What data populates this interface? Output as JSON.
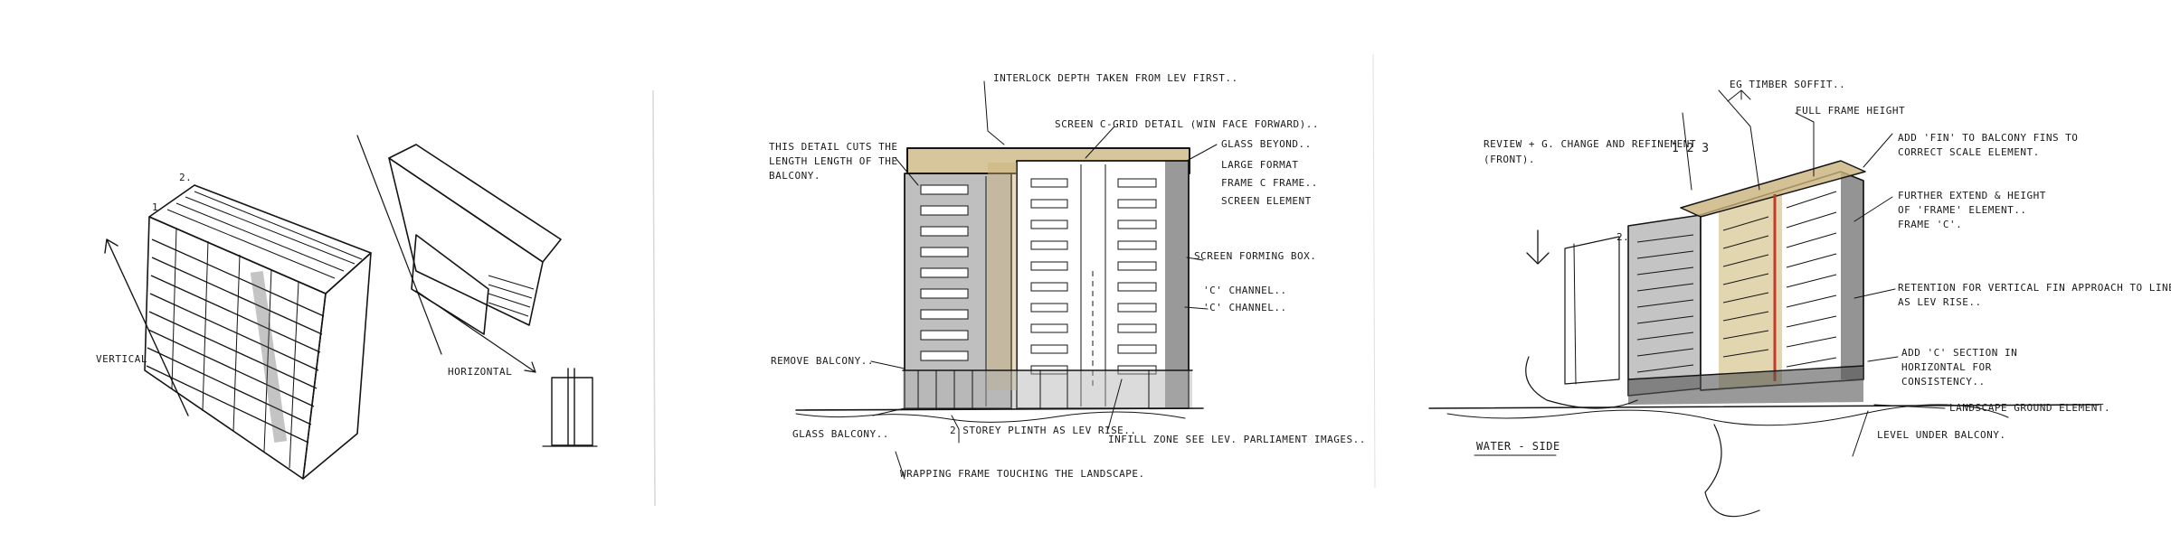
{
  "sketch1": {
    "labels": {
      "num_1": "1",
      "num_2": "2.",
      "vertical": "VERTICAL",
      "horizontal": "HORIZONTAL"
    }
  },
  "sketch2": {
    "annotations": {
      "interlock": "INTERLOCK DEPTH TAKEN FROM LEV FIRST..",
      "screen_cgrid": "SCREEN C-GRID DETAIL (WIN FACE FORWARD)..",
      "detail_1": "THIS DETAIL CUTS THE",
      "detail_2": "LENGTH LENGTH OF THE",
      "detail_3": "BALCONY.",
      "glass_1": "GLASS BEYOND..",
      "glass_2": "LARGE FORMAT",
      "glass_3": "FRAME C FRAME..",
      "glass_4": "SCREEN ELEMENT",
      "screen_box": "SCREEN FORMING BOX.",
      "c_channel_1": "'C' CHANNEL..",
      "c_channel_2": "'C' CHANNEL..",
      "remove_balcony": "REMOVE BALCONY..",
      "glass_balcony": "GLASS BALCONY..",
      "storey": "2 STOREY PLINTH AS LEV RISE..",
      "infill": "INFILL ZONE SEE LEV. PARLIAMENT IMAGES..",
      "wrapping": "WRAPPING FRAME TOUCHING THE LANDSCAPE."
    }
  },
  "sketch3": {
    "annotations": {
      "timber": "EG TIMBER SOFFIT..",
      "review_1": "REVIEW + G. CHANGE AND REFINEMENT",
      "review_2": "(FRONT).",
      "nums": "1 2 3",
      "frame": "FULL FRAME HEIGHT",
      "add_1": "ADD 'FIN' TO BALCONY FINS TO",
      "add_2": "CORRECT SCALE ELEMENT.",
      "further_1": "FURTHER EXTEND & HEIGHT",
      "further_2": "OF 'FRAME' ELEMENT..",
      "further_3": "FRAME 'C'.",
      "retention_1": "RETENTION FOR VERTICAL FIN APPROACH TO LINE",
      "retention_2": "AS LEV RISE..",
      "add_c_1": "ADD 'C' SECTION IN",
      "add_c_2": "HORIZONTAL FOR",
      "add_c_3": "CONSISTENCY..",
      "ground": "LANDSCAPE GROUND ELEMENT.",
      "water": "WATER - SIDE",
      "level": "LEVEL UNDER BALCONY.",
      "num_2": "2."
    }
  },
  "colors": {
    "ink": "#141414",
    "wood": "#c9b27a",
    "wood_light": "#ddd0a8",
    "red_accent": "#c8392b",
    "grey_tone": "#9a9a9a"
  }
}
